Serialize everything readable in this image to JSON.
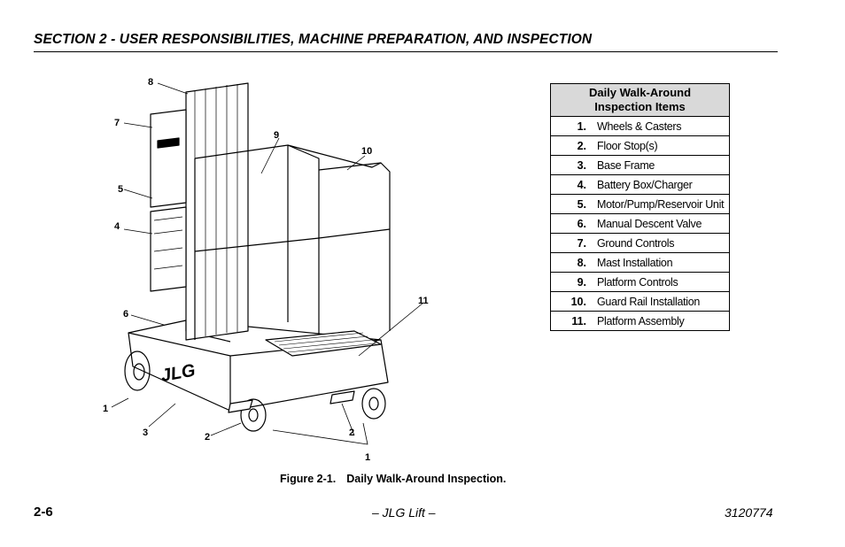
{
  "header": {
    "title": "SECTION 2 - USER RESPONSIBILITIES, MACHINE PREPARATION, AND INSPECTION"
  },
  "table": {
    "heading_line1": "Daily Walk-Around",
    "heading_line2": "Inspection Items",
    "rows": [
      {
        "num": "1.",
        "label": "Wheels & Casters"
      },
      {
        "num": "2.",
        "label": "Floor Stop(s)"
      },
      {
        "num": "3.",
        "label": "Base Frame"
      },
      {
        "num": "4.",
        "label": "Battery Box/Charger"
      },
      {
        "num": "5.",
        "label": "Motor/Pump/Reservoir Unit"
      },
      {
        "num": "6.",
        "label": "Manual Descent Valve"
      },
      {
        "num": "7.",
        "label": "Ground Controls"
      },
      {
        "num": "8.",
        "label": "Mast Installation"
      },
      {
        "num": "9.",
        "label": "Platform Controls"
      },
      {
        "num": "10.",
        "label": "Guard Rail Installation"
      },
      {
        "num": "11.",
        "label": "Platform Assembly"
      }
    ]
  },
  "figure": {
    "callouts": [
      "8",
      "7",
      "9",
      "10",
      "5",
      "4",
      "6",
      "11",
      "1",
      "3",
      "2",
      "2",
      "1"
    ],
    "brand_mark": "JLG",
    "caption_number": "Figure 2-1.",
    "caption_text": "Daily Walk-Around Inspection."
  },
  "footer": {
    "page_number": "2-6",
    "center": "– JLG Lift –",
    "doc_number": "3120774"
  }
}
